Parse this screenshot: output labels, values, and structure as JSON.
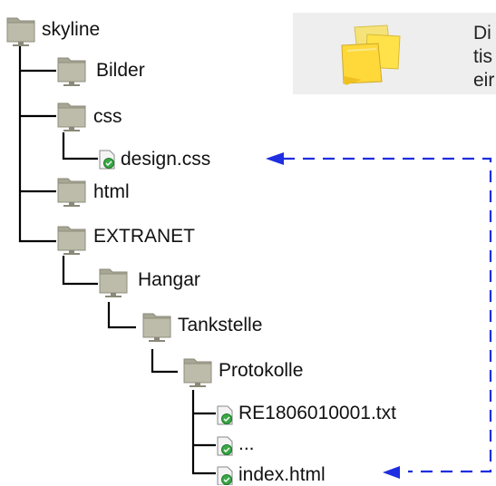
{
  "tree": {
    "root": "skyline",
    "nodes": [
      {
        "id": "skyline",
        "label": "skyline",
        "type": "folder"
      },
      {
        "id": "bilder",
        "label": "Bilder",
        "type": "folder"
      },
      {
        "id": "css",
        "label": "css",
        "type": "folder"
      },
      {
        "id": "design-css",
        "label": "design.css",
        "type": "file"
      },
      {
        "id": "html",
        "label": "html",
        "type": "folder"
      },
      {
        "id": "extranet",
        "label": "EXTRANET",
        "type": "folder"
      },
      {
        "id": "hangar",
        "label": "Hangar",
        "type": "folder"
      },
      {
        "id": "tankstelle",
        "label": "Tankstelle",
        "type": "folder"
      },
      {
        "id": "protokolle",
        "label": "Protokolle",
        "type": "folder"
      },
      {
        "id": "re-file",
        "label": "RE1806010001.txt",
        "type": "file"
      },
      {
        "id": "ellipsis",
        "label": "...",
        "type": "file"
      },
      {
        "id": "index-html",
        "label": "index.html",
        "type": "file"
      }
    ]
  },
  "note": {
    "lines": [
      "Di",
      "tis",
      "eir"
    ],
    "icon": "sticky-notes-icon"
  },
  "colors": {
    "folder": "#bdbbaa",
    "connector": "#000000",
    "arrow": "#1e2ee0",
    "note_bg": "#eeeeee",
    "sticky": "#ffe24a"
  }
}
